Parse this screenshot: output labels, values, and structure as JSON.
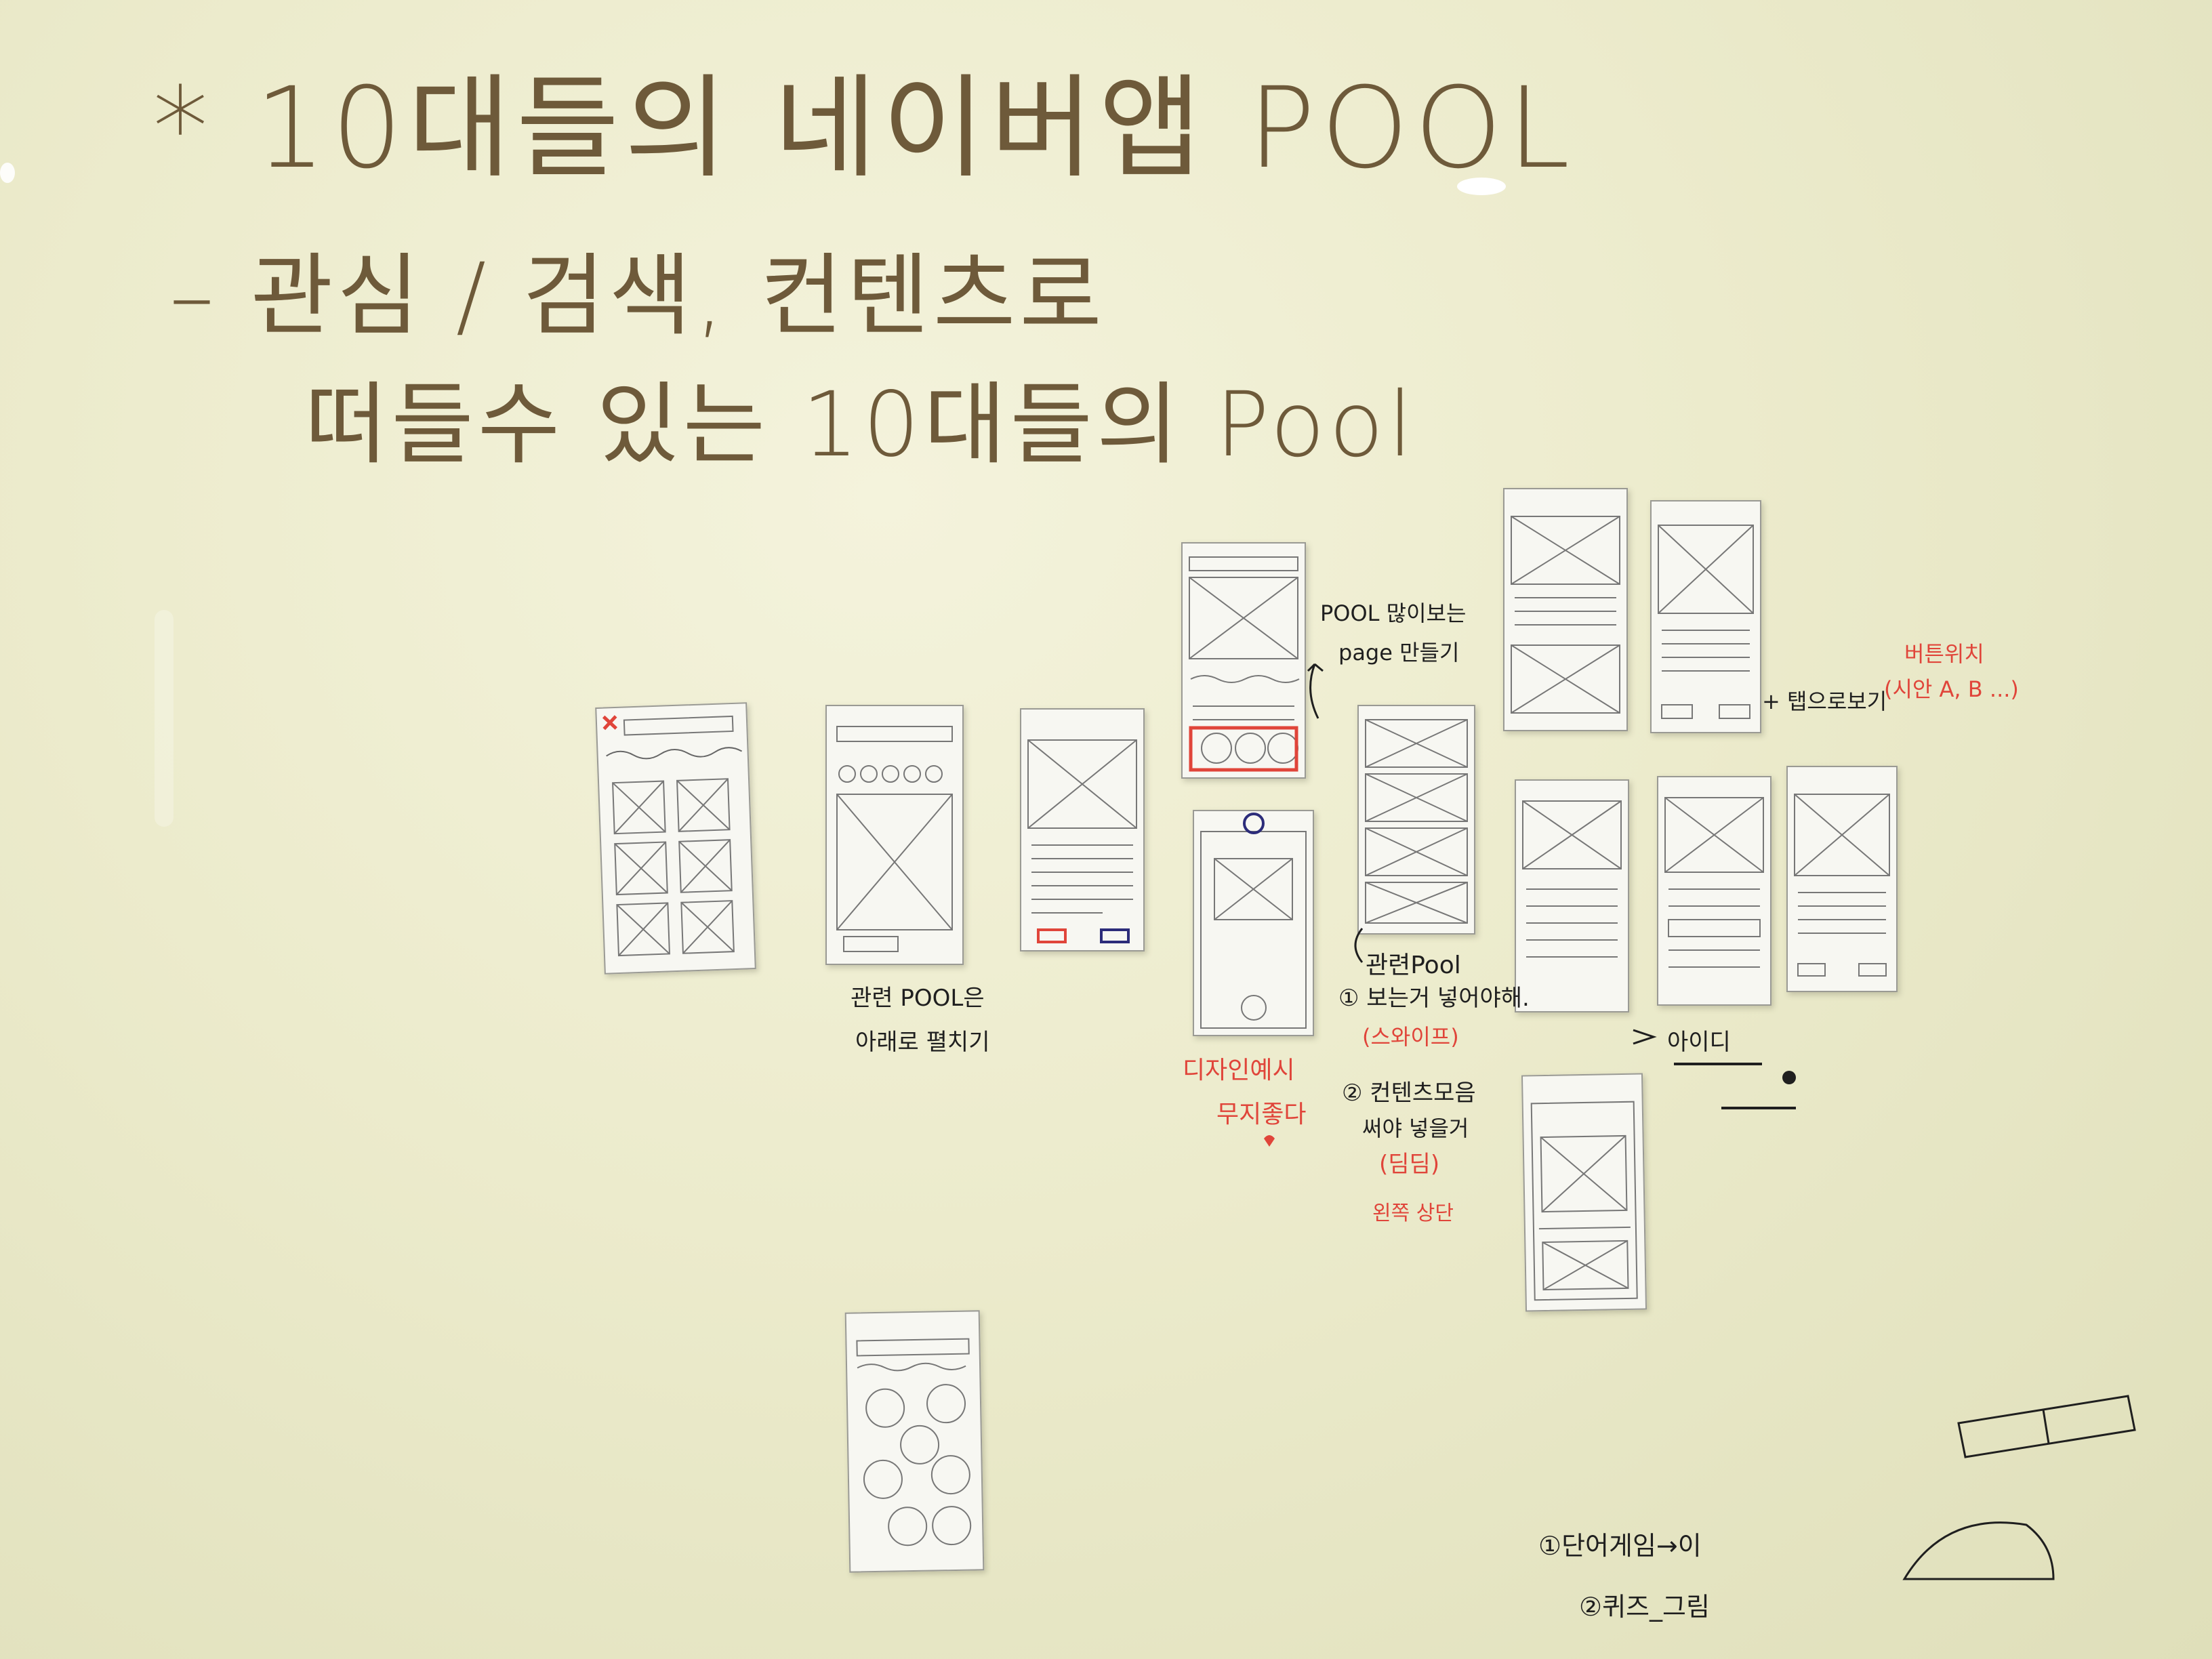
{
  "board": {
    "title": "* 10대들의 네이버앱 POOL",
    "subtitle_line1": "– 관심 / 검색, 컨텐츠로",
    "subtitle_line2": "떠들수 있는 10대들의 Pool"
  },
  "notes": {
    "related_pool": "관련 POOL은",
    "arrange_below": "아래로 펼치기",
    "pool_page_line1": "POOL 많이보는",
    "pool_page_line2": "page 만들기",
    "design_line1": "디자인예시",
    "design_line2": "무지좋다",
    "related_pool2": "관련Pool",
    "item1": "① 보는거 넣어야해.",
    "item1_red": "(스와이프)",
    "item2_line1": "② 컨텐츠모음",
    "item2_line2": "써야 넣을거",
    "item2_red": "(딤딤)",
    "item2_red2": "왼쪽 상단",
    "idea": "아이디",
    "tab_note": "+ 탭으로보기",
    "red_switch": "버튼위치",
    "red_ab": "(시안 A, B ...)",
    "bottom_note1": "①단어게임→이",
    "bottom_note2": "②퀴즈_그림"
  },
  "colors": {
    "board": "#ecebcc",
    "marker_brown": "#6e5a3a",
    "marker_black": "#1f1f1f",
    "marker_red": "#e0453a"
  }
}
